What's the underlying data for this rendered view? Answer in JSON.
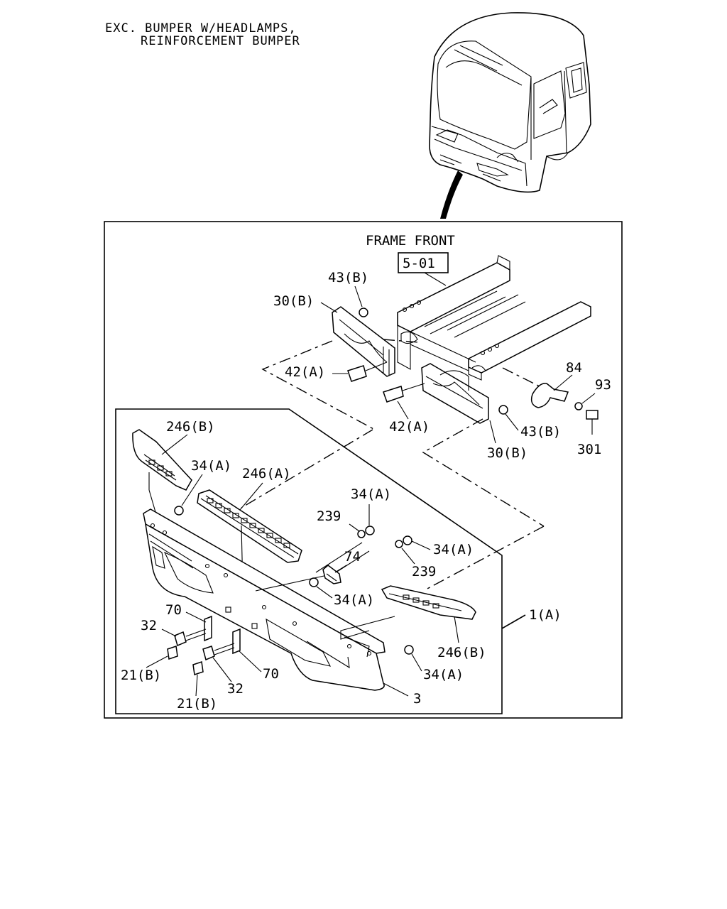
{
  "header": {
    "line1": "EXC. BUMPER W/HEADLAMPS,",
    "line2": "REINFORCEMENT BUMPER"
  },
  "frame": {
    "title": "FRAME FRONT",
    "ref": "5-01"
  },
  "callouts": {
    "c43b_top": "43(B)",
    "c30b_top": "30(B)",
    "c42a_top": "42(A)",
    "c42a_mid": "42(A)",
    "c43b_mid": "43(B)",
    "c30b_mid": "30(B)",
    "c84": "84",
    "c93": "93",
    "c301": "301",
    "c246b_left": "246(B)",
    "c34a_left": "34(A)",
    "c246a": "246(A)",
    "c34a_center": "34(A)",
    "c239_left": "239",
    "c34a_right": "34(A)",
    "c74": "74",
    "c239_right": "239",
    "c34a_lower": "34(A)",
    "c1a": "1(A)",
    "c70_left": "70",
    "c32_left": "32",
    "c21b_left": "21(B)",
    "c21b_bottom": "21(B)",
    "c32_bottom": "32",
    "c70_right": "70",
    "c246b_right": "246(B)",
    "c34a_bottom": "34(A)",
    "c3": "3"
  }
}
